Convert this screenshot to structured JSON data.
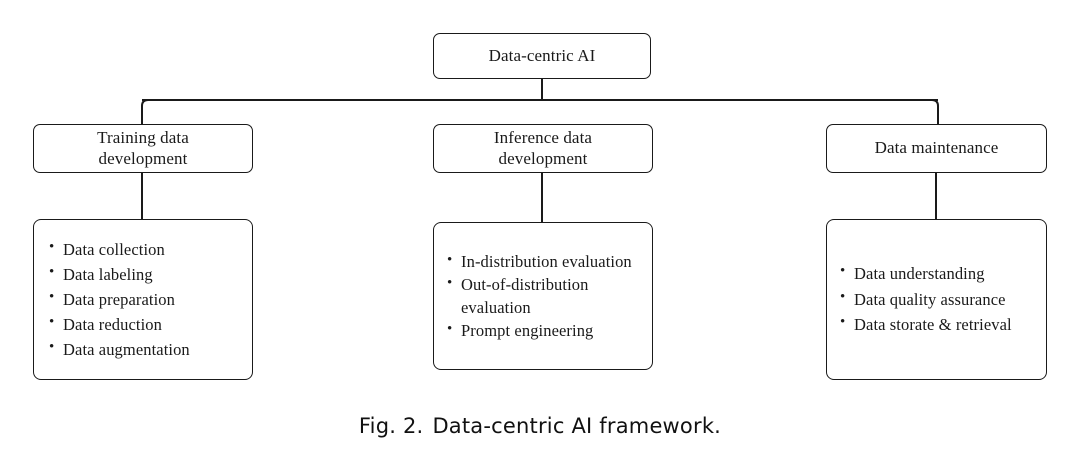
{
  "figure": {
    "caption_prefix": "Fig. 2.",
    "caption_text": "Data-centric AI framework.",
    "background_color": "#ffffff",
    "line_color": "#1a1a1a"
  },
  "diagram": {
    "type": "tree",
    "root": {
      "label": "Data-centric AI"
    },
    "branches": [
      {
        "id": "training",
        "label": "Training data\ndevelopment",
        "items": [
          "Data collection",
          "Data labeling",
          "Data preparation",
          "Data reduction",
          "Data augmentation"
        ]
      },
      {
        "id": "inference",
        "label": "Inference data\ndevelopment",
        "items": [
          "In-distribution evaluation",
          "Out-of-distribution evaluation",
          "Prompt engineering"
        ]
      },
      {
        "id": "maintenance",
        "label": "Data maintenance",
        "items": [
          "Data understanding",
          "Data quality assurance",
          "Data storate & retrieval"
        ]
      }
    ]
  }
}
